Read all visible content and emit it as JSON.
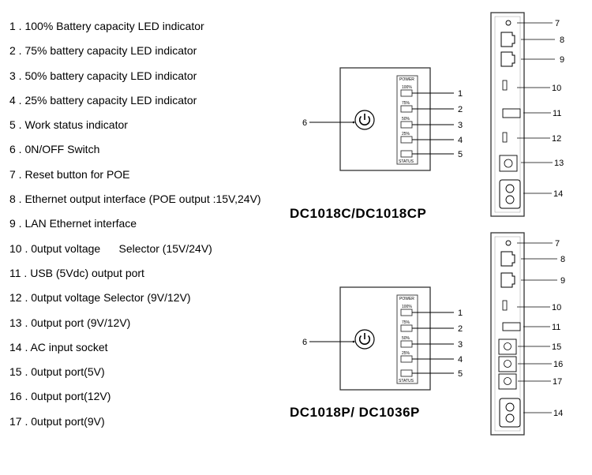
{
  "legend": [
    "1 . 100% Battery capacity LED indicator",
    "2 . 75% battery capacity LED indicator",
    "3 . 50% battery capacity LED indicator",
    "4 . 25% battery capacity LED indicator",
    "5 . Work status indicator",
    "6 . 0N/OFF Switch",
    "7 . Reset button for POE",
    "8 . Ethernet output interface (POE output :15V,24V)",
    "9 . LAN Ethernet interface",
    "10 . 0utput voltage      Selector (15V/24V)",
    "11 . USB (5Vdc) output port",
    "12 . 0utput voltage Selector (9V/12V)",
    "13 . 0utput port (9V/12V)",
    "14 . AC input socket",
    "15 . 0utput port(5V)",
    "16 . 0utput port(12V)",
    "17 . 0utput port(9V)"
  ],
  "models": {
    "top": "DC1018C/DC1018CP",
    "bottom": "DC1018P/ DC1036P"
  },
  "front_panel": {
    "power_label": "POWER",
    "status_label": "STATUS",
    "led_labels": [
      "100%",
      "75%",
      "50%",
      "25%"
    ],
    "callouts": [
      "1",
      "2",
      "3",
      "4",
      "5",
      "6"
    ]
  },
  "side_panel_top": {
    "callouts": [
      "7",
      "8",
      "9",
      "10",
      "11",
      "12",
      "13",
      "14"
    ]
  },
  "side_panel_bottom": {
    "callouts": [
      "7",
      "8",
      "9",
      "10",
      "11",
      "15",
      "16",
      "17",
      "14"
    ]
  }
}
